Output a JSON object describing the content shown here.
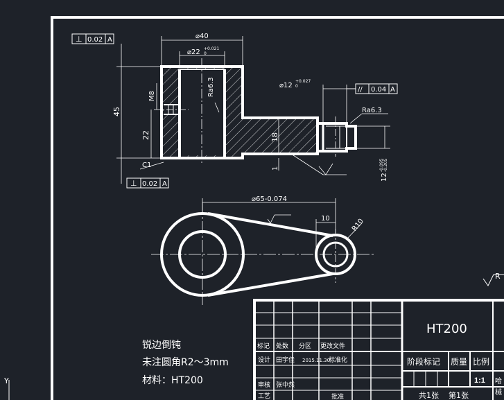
{
  "dimensions": {
    "outer_dia": "⌀40",
    "bore_dia": "⌀22",
    "bore_tol": "+0.021",
    "bore_tol_low": "0",
    "rough_bore": "Ra6.3",
    "m8": "M8",
    "height_45": "45",
    "height_22": "22",
    "dim_18": "18",
    "chamfer": "C1",
    "pin_dia": "⌀12",
    "pin_tol": "+0.027",
    "pin_tol_low": "0",
    "rough_pin": "Ra6.3",
    "pin_len": "12",
    "pin_len_tol": "-0.095",
    "pin_len_tol2": "-0.205",
    "dim_1": "1",
    "center_dist": "⌀65-0.074",
    "dim_10": "10",
    "r10": "R10",
    "r_right": "R"
  },
  "tolerances": {
    "perp_top": "⊥",
    "perp_top_val": "0.02",
    "perp_top_ref": "A",
    "perp_bottom": "⊥",
    "perp_bottom_val": "0.02",
    "perp_bottom_ref": "A",
    "par": "//",
    "par_val": "0.04",
    "par_ref": "A",
    "datum": "A"
  },
  "notes": {
    "line1": "锐边倒钝",
    "line2": "未注圆角R2～3mm",
    "line3": "材料：HT200"
  },
  "title_block": {
    "material": "HT200",
    "h_biaoji": "标记",
    "h_chushu": "处数",
    "h_fenqu": "分区",
    "h_genggai": "更改文件",
    "h_sheji": "设计",
    "h_designer": "田宇佳",
    "h_date": "2015.11.30",
    "h_biaozhunhua": "标准化",
    "h_shenhe": "审核",
    "h_reviewer": "张中然",
    "h_gongyi": "工艺",
    "h_pizhun": "批准",
    "stage": "阶段标记",
    "weight": "质量",
    "scale": "比例",
    "scale_val": "1:1",
    "sheets": "共1张",
    "sheet_no": "第1张",
    "edge1": "哈",
    "edge2": "械"
  },
  "ucs": "Y"
}
